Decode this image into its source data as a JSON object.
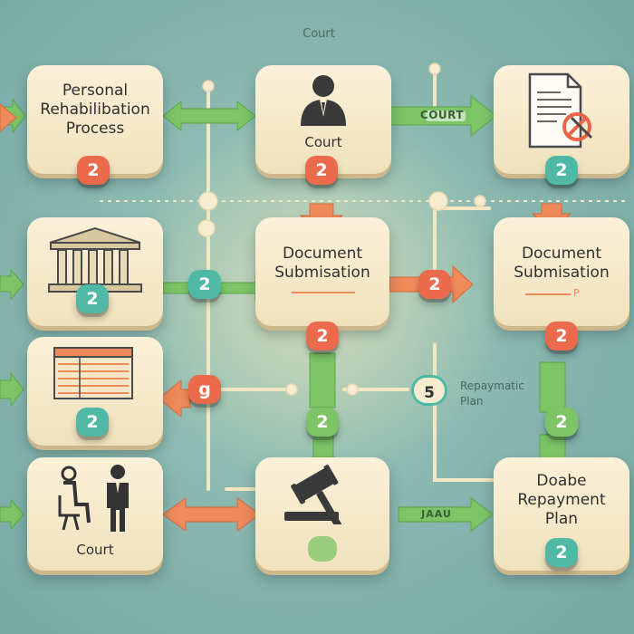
{
  "top_caption": "Court",
  "cards": {
    "personal": {
      "title": "Personal Rehabilibation Process",
      "badge": "2"
    },
    "court_top": {
      "title": "Court",
      "badge": "2"
    },
    "document_top": {
      "badge": "2"
    },
    "building": {
      "badge": "2"
    },
    "submission_mid": {
      "title": "Document Submisation",
      "badge": "2"
    },
    "submission_right": {
      "title": "Document Submisation",
      "sub": "P",
      "badge": "2"
    },
    "ledger": {
      "badge": "2"
    },
    "court_bottom": {
      "title": "Court"
    },
    "gavel": {},
    "repayment": {
      "title": "Doabe Repayment Plan",
      "badge": "2"
    }
  },
  "arrows": {
    "court_right": "COURT",
    "bottom_right": "JAAU"
  },
  "connectors": {
    "left_mid": "2",
    "left_lower": "g",
    "mid_right_upper": "2",
    "repayment_hint_badge": "5",
    "repayment_hint_text": "Repaymatic Plan"
  },
  "colors": {
    "red": "#ec6a4c",
    "teal": "#4fb9a5",
    "green": "#7cc466",
    "card": "#f5e8c8",
    "background": "#8fbcb2"
  }
}
